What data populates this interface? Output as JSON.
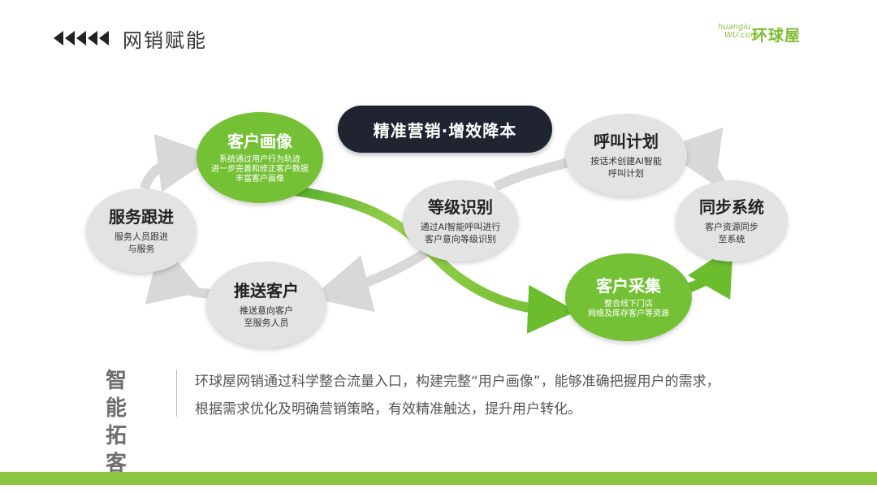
{
  "header": {
    "title": "网销赋能"
  },
  "brand": {
    "latin_line1": "huangiu",
    "latin_line2": "WU.com",
    "name": "环球屋"
  },
  "banner": {
    "label": "精准营销·增效降本"
  },
  "nodes": {
    "profile": {
      "title": "客户画像",
      "desc": "系统通过用户行为轨迹\n进一步完善和修正客户数据\n丰富客户画像"
    },
    "followup": {
      "title": "服务跟进",
      "desc": "服务人员跟进\n与服务"
    },
    "push": {
      "title": "推送客户",
      "desc": "推送意向客户\n至服务人员"
    },
    "grading": {
      "title": "等级识别",
      "desc": "通过AI智能呼叫进行\n客户意向等级识别"
    },
    "call": {
      "title": "呼叫计划",
      "desc": "按话术创建AI智能\n呼叫计划"
    },
    "sync": {
      "title": "同步系统",
      "desc": "客户资源同步\n至系统"
    },
    "collect": {
      "title": "客户采集",
      "desc": "整合线下门店\n网络及库存客户等资源"
    }
  },
  "summary": {
    "tag_line1": "智能",
    "tag_line2": "拓客",
    "line1": "环球屋网销通过科学整合流量入口，构建完整“用户画像”，能够准确把握用户的需求，",
    "line2": "根据需求优化及明确营销策略，有效精准触达，提升用户转化。"
  },
  "colors": {
    "accent_green": "#75c136",
    "banner_dark": "#1f2430",
    "footer": "#8cc63f",
    "circle_gray": "#e3e3e3"
  }
}
